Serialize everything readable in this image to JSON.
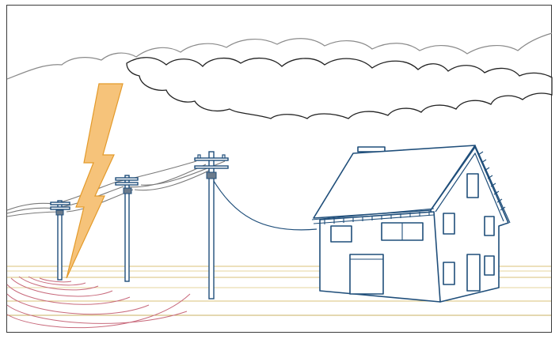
{
  "scene": {
    "elements": [
      "storm-clouds",
      "lightning-bolt",
      "utility-poles",
      "power-lines",
      "house",
      "ground-lines",
      "ground-ripples"
    ],
    "colors": {
      "pole_and_house_outline": "#1f4e7a",
      "lightning_fill": "#f6c37a",
      "lightning_stroke": "#e39a2a",
      "ground_lines": [
        "#d9c27a",
        "#e4d59c",
        "#c9b160"
      ],
      "ground_ripples": "#c86a7c",
      "cloud_outline_back": "#8a8a8a",
      "cloud_outline_front": "#222222",
      "power_lines": "#7a7a7a"
    }
  }
}
